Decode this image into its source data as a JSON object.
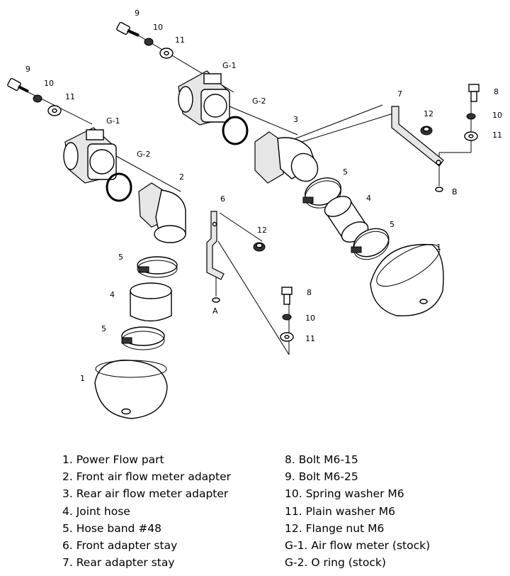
{
  "callouts": {
    "power_flow_front": "1",
    "power_flow_rear": "1",
    "front_adapter": "2",
    "rear_adapter": "3",
    "joint_hose_front": "4",
    "joint_hose_rear": "4",
    "hose_band_front_upper": "5",
    "hose_band_front_lower": "5",
    "hose_band_rear_upper": "5",
    "hose_band_rear_lower": "5",
    "front_stay": "6",
    "rear_stay": "7",
    "bolt_m6_15_front": "8",
    "bolt_m6_15_rear": "8",
    "bolt_m6_25_front": "9",
    "bolt_m6_25_rear": "9",
    "spring_washer_front": "10",
    "spring_washer_rear": "10",
    "spring_washer_stay_front": "10",
    "spring_washer_stay_rear": "10",
    "plain_washer_front": "11",
    "plain_washer_rear": "11",
    "plain_washer_stay_front": "11",
    "plain_washer_stay_rear": "11",
    "flange_nut_front": "12",
    "flange_nut_rear": "12",
    "afm_front": "G-1",
    "afm_rear": "G-1",
    "oring_front": "G-2",
    "oring_rear": "G-2",
    "point_a": "A",
    "point_b": "B"
  },
  "legend": {
    "left": [
      "1. Power Flow part",
      "2. Front air flow meter adapter",
      "3. Rear air flow meter adapter",
      "4. Joint hose",
      "5. Hose band #48",
      "6. Front adapter stay",
      "7. Rear adapter stay"
    ],
    "right": [
      "8. Bolt M6-15",
      "9. Bolt M6-25",
      "10. Spring washer M6",
      "11. Plain washer M6",
      "12. Flange nut M6",
      "G-1. Air flow meter (stock)",
      "G-2. O ring (stock)"
    ]
  }
}
